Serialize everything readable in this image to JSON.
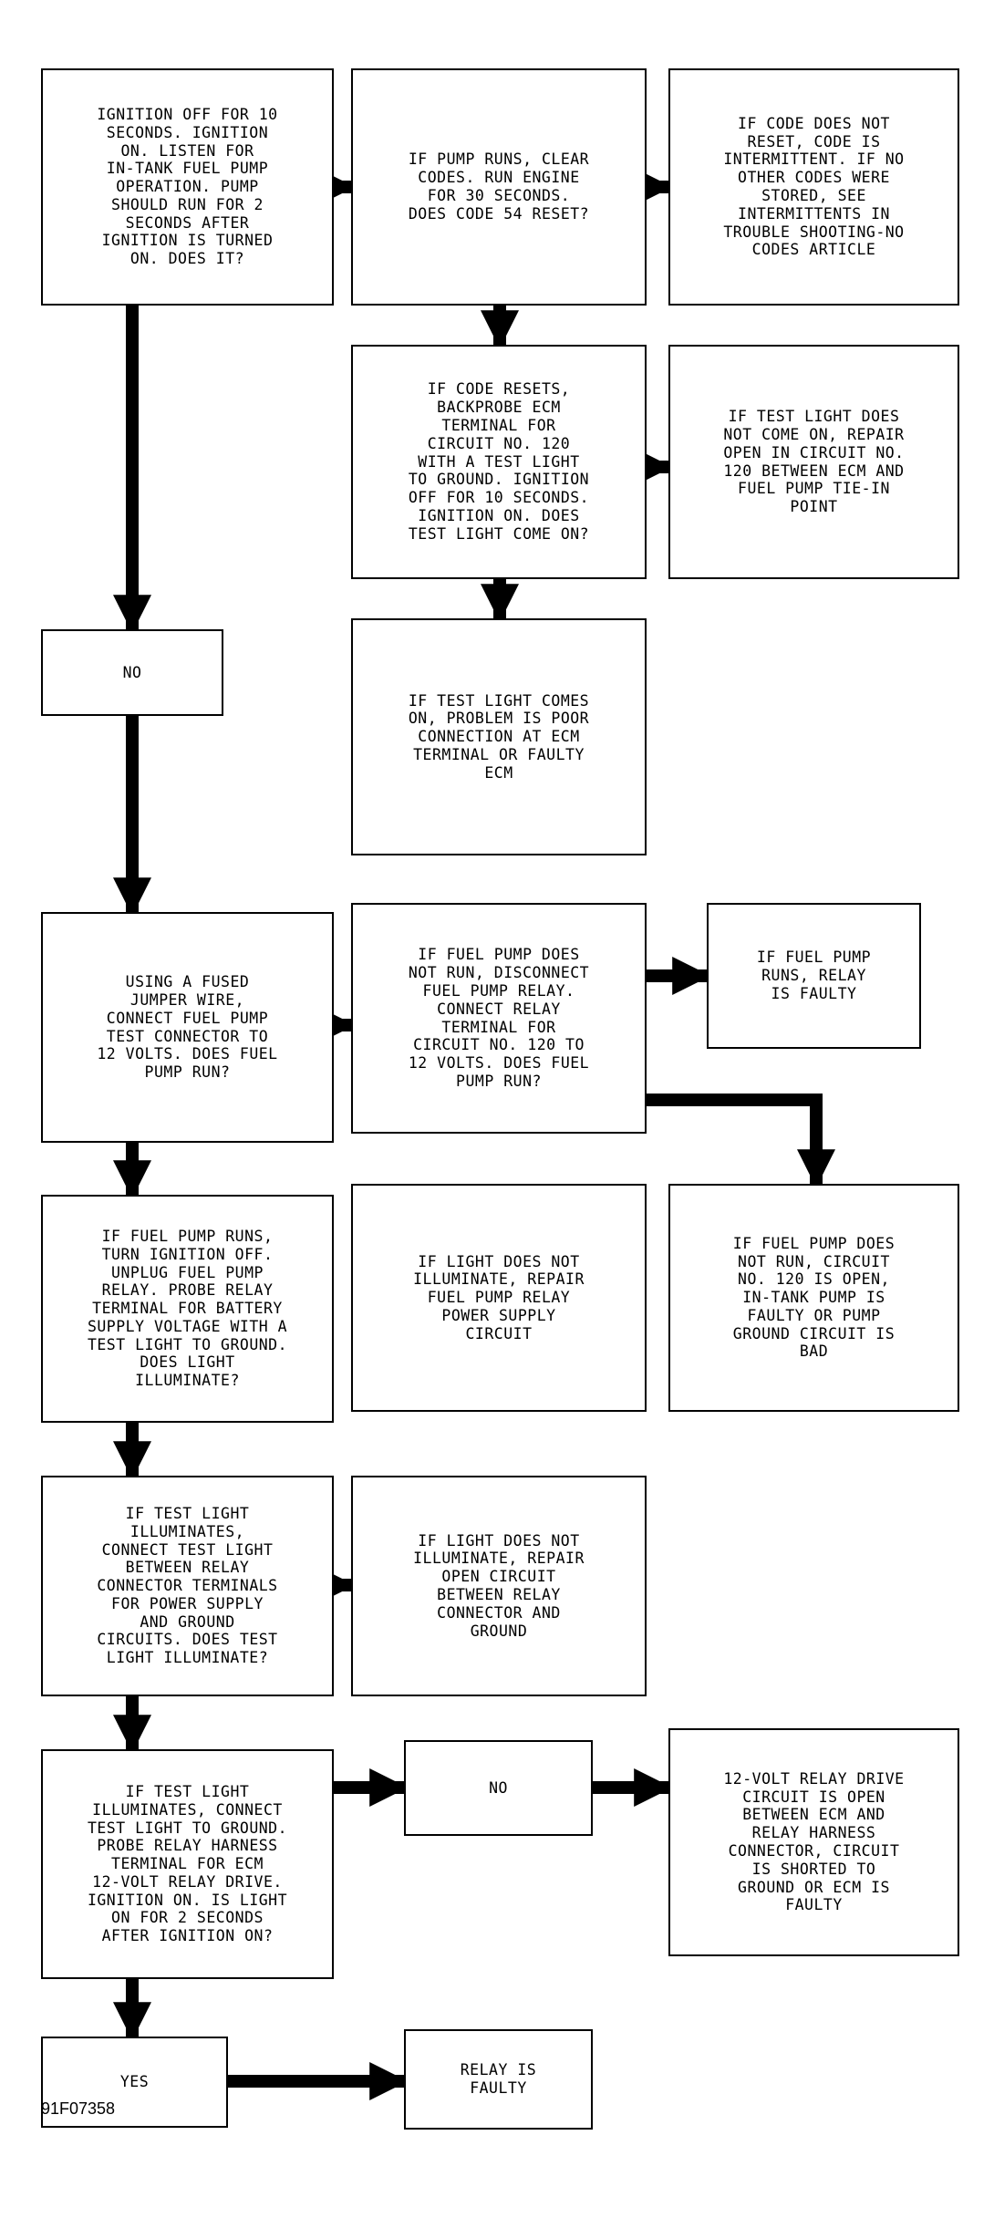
{
  "flowchart": {
    "boxes": {
      "b01": "IGNITION OFF FOR 10\nSECONDS. IGNITION\nON. LISTEN FOR\nIN-TANK FUEL PUMP\nOPERATION. PUMP\nSHOULD RUN FOR 2\nSECONDS AFTER\nIGNITION IS TURNED\nON. DOES IT?",
      "b02": "IF PUMP RUNS, CLEAR\nCODES. RUN ENGINE\nFOR 30 SECONDS.\nDOES CODE 54 RESET?",
      "b03": "IF CODE DOES NOT\nRESET, CODE IS\nINTERMITTENT. IF NO\nOTHER CODES WERE\nSTORED, SEE\nINTERMITTENTS IN\nTROUBLE SHOOTING-NO\nCODES ARTICLE",
      "b04": "IF CODE RESETS,\nBACKPROBE ECM\nTERMINAL FOR\nCIRCUIT NO. 120\nWITH A TEST LIGHT\nTO GROUND. IGNITION\nOFF FOR 10 SECONDS.\nIGNITION ON. DOES\nTEST LIGHT COME ON?",
      "b05": "IF TEST LIGHT DOES\nNOT COME ON, REPAIR\nOPEN IN CIRCUIT NO.\n120 BETWEEN ECM AND\nFUEL PUMP TIE-IN\nPOINT",
      "b06": "NO",
      "b07": "IF TEST LIGHT COMES\nON, PROBLEM IS POOR\nCONNECTION AT ECM\nTERMINAL OR FAULTY\nECM",
      "b08": "USING A FUSED\nJUMPER WIRE,\nCONNECT FUEL PUMP\nTEST CONNECTOR TO\n12 VOLTS. DOES FUEL\nPUMP RUN?",
      "b09": "IF FUEL PUMP DOES\nNOT RUN, DISCONNECT\nFUEL PUMP RELAY.\nCONNECT RELAY\nTERMINAL FOR\nCIRCUIT NO. 120 TO\n12 VOLTS. DOES FUEL\nPUMP RUN?",
      "b10": "IF FUEL PUMP\nRUNS, RELAY\nIS FAULTY",
      "b11": "IF FUEL PUMP RUNS,\nTURN IGNITION OFF.\nUNPLUG FUEL PUMP\nRELAY. PROBE RELAY\nTERMINAL FOR BATTERY\nSUPPLY VOLTAGE WITH A\nTEST LIGHT TO GROUND.\nDOES LIGHT\nILLUMINATE?",
      "b12": "IF LIGHT DOES NOT\nILLUMINATE, REPAIR\nFUEL PUMP RELAY\nPOWER SUPPLY\nCIRCUIT",
      "b13": "IF FUEL PUMP DOES\nNOT RUN, CIRCUIT\nNO. 120 IS OPEN,\nIN-TANK PUMP IS\nFAULTY OR PUMP\nGROUND CIRCUIT IS\nBAD",
      "b14": "IF TEST LIGHT\nILLUMINATES,\nCONNECT TEST LIGHT\nBETWEEN RELAY\nCONNECTOR TERMINALS\nFOR POWER SUPPLY\nAND GROUND\nCIRCUITS. DOES TEST\nLIGHT ILLUMINATE?",
      "b15": "IF LIGHT DOES NOT\nILLUMINATE, REPAIR\nOPEN CIRCUIT\nBETWEEN RELAY\nCONNECTOR AND\nGROUND",
      "b16": "IF TEST LIGHT\nILLUMINATES, CONNECT\nTEST LIGHT TO GROUND.\nPROBE RELAY HARNESS\nTERMINAL FOR ECM\n12-VOLT RELAY DRIVE.\nIGNITION ON. IS LIGHT\nON FOR 2 SECONDS\nAFTER IGNITION ON?",
      "b17": "NO",
      "b18": "12-VOLT RELAY DRIVE\nCIRCUIT IS OPEN\nBETWEEN ECM AND\nRELAY HARNESS\nCONNECTOR, CIRCUIT\nIS SHORTED TO\nGROUND OR ECM IS\nFAULTY",
      "b19": "YES",
      "b20": "RELAY IS\nFAULTY"
    },
    "figure_id": "91F07358"
  },
  "colors": {
    "line": "#000000",
    "background": "#ffffff"
  }
}
